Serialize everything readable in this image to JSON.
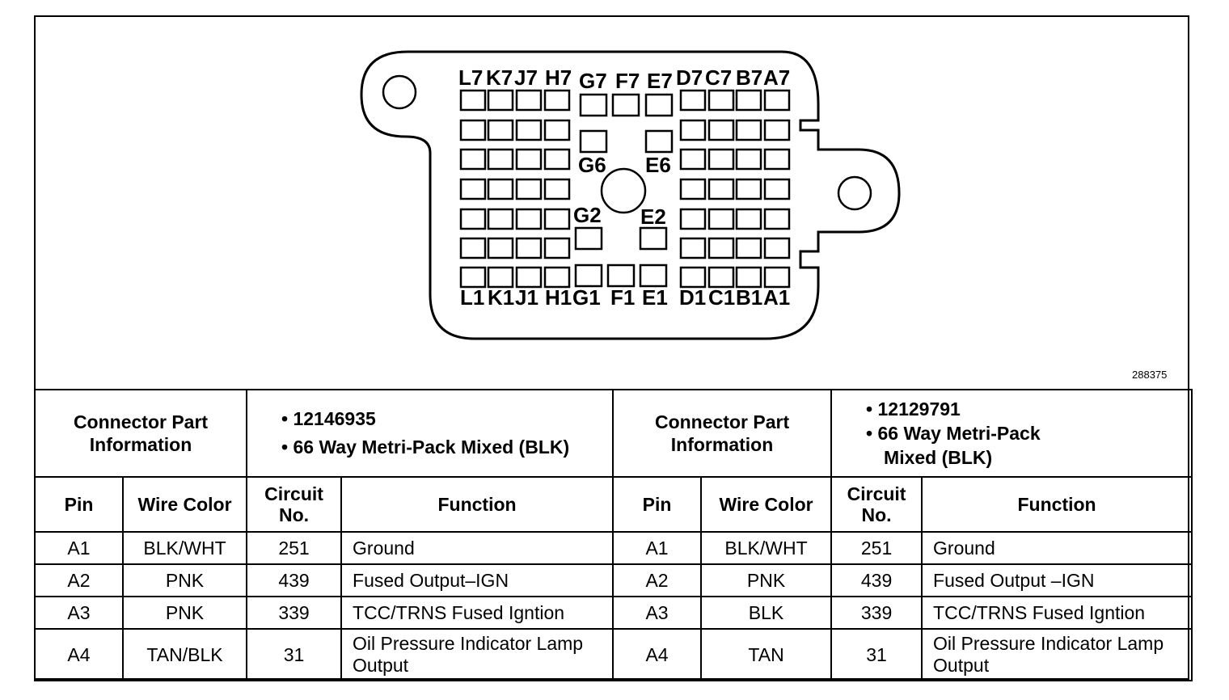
{
  "figure_id": "288375",
  "pin_labels": {
    "top": [
      "L7",
      "K7",
      "J7",
      "H7",
      "G7",
      "F7",
      "E7",
      "D7",
      "C7",
      "B7",
      "A7"
    ],
    "bottom": [
      "L1",
      "K1",
      "J1",
      "H1",
      "G1",
      "F1",
      "E1",
      "D1",
      "C1",
      "B1",
      "A1"
    ],
    "inner": [
      "G6",
      "E6",
      "G2",
      "E2"
    ]
  },
  "connectors": [
    {
      "info_label": "Connector Part Information",
      "part_number": "12146935",
      "description": "66 Way Metri-Pack Mixed (BLK)"
    },
    {
      "info_label": "Connector Part Information",
      "part_number": "12129791",
      "description": "66 Way Metri-Pack Mixed (BLK)"
    }
  ],
  "columns": {
    "pin": "Pin",
    "wire_color": "Wire Color",
    "circuit": "Circuit No.",
    "function": "Function"
  },
  "left_rows": [
    {
      "pin": "A1",
      "wire": "BLK/WHT",
      "circuit": "251",
      "function": "Ground"
    },
    {
      "pin": "A2",
      "wire": "PNK",
      "circuit": "439",
      "function": "Fused Output–IGN"
    },
    {
      "pin": "A3",
      "wire": "PNK",
      "circuit": "339",
      "function": "TCC/TRNS Fused Igntion"
    },
    {
      "pin": "A4",
      "wire": "TAN/BLK",
      "circuit": "31",
      "function": "Oil Pressure Indicator Lamp Output"
    }
  ],
  "right_rows": [
    {
      "pin": "A1",
      "wire": "BLK/WHT",
      "circuit": "251",
      "function": "Ground"
    },
    {
      "pin": "A2",
      "wire": "PNK",
      "circuit": "439",
      "function": "Fused Output –IGN"
    },
    {
      "pin": "A3",
      "wire": "BLK",
      "circuit": "339",
      "function": "TCC/TRNS Fused Igntion"
    },
    {
      "pin": "A4",
      "wire": "TAN",
      "circuit": "31",
      "function": "Oil Pressure Indicator Lamp Output"
    }
  ]
}
